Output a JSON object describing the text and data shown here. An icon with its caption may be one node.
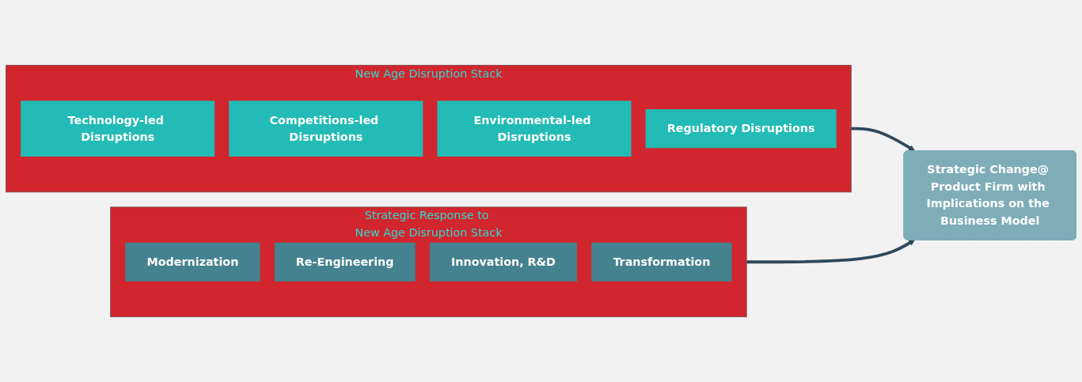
{
  "diagram": {
    "nodes": [
      {
        "text": [
          "New Age Disruption Stack"
        ]
      },
      {
        "text": [
          "Technology-led Disruptions"
        ],
        "in": 0
      },
      {
        "text": [
          "Competitions-led Disruptions"
        ],
        "in": 0
      },
      {
        "text": [
          "Environmental-led Disruptions"
        ],
        "in": 0
      },
      {
        "text": [
          "Regulatory Disruptions"
        ],
        "in": 0
      },
      {
        "text": [
          "Strategic Change@ Product Firm with Implications on the Business Model"
        ]
      },
      {
        "text": [
          "Strategic Response to New Age Disruption Stack"
        ]
      },
      {
        "text": [
          "Modernization"
        ],
        "in": 6
      },
      {
        "text": [
          "Re-Engineering"
        ],
        "in": 6
      },
      {
        "text": [
          "Innovation, R&D"
        ],
        "in": 6
      },
      {
        "text": [
          "Transformation"
        ],
        "in": 6
      }
    ],
    "edges": [
      {
        "from": 0,
        "to": 5,
        "arrow": "to"
      },
      {
        "from": 6,
        "to": 5,
        "arrow": "to"
      }
    ]
  }
}
